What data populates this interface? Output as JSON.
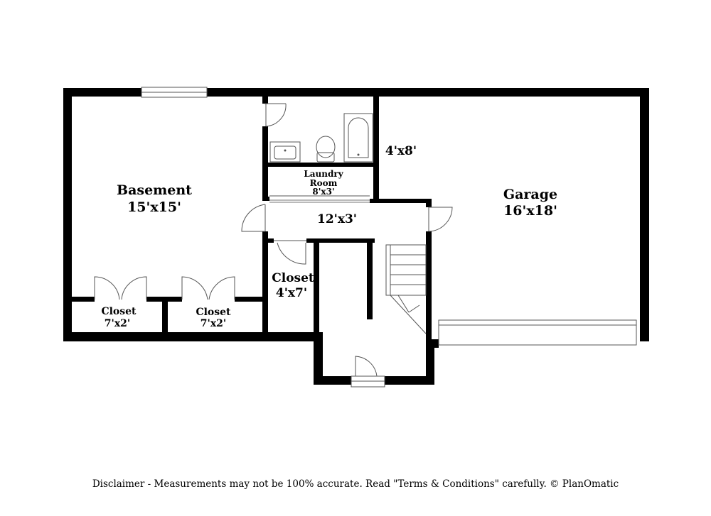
{
  "rooms": {
    "basement": {
      "name": "Basement",
      "size": "15'x15'"
    },
    "garage": {
      "name": "Garage",
      "size": "16'x18'"
    },
    "bath_size": "4'x8'",
    "laundry": {
      "line1": "Laundry",
      "line2": "Room",
      "size": "8'x3'"
    },
    "hall_size": "12'x3'",
    "closet_mid": {
      "name": "Closet",
      "size": "4'x7'"
    },
    "closet_left": {
      "name": "Closet",
      "size": "7'x2'"
    },
    "closet_right": {
      "name": "Closet",
      "size": "7'x2'"
    }
  },
  "disclaimer": "Disclaimer - Measurements may not be 100% accurate. Read \"Terms & Conditions\" carefully. © PlanOmatic"
}
